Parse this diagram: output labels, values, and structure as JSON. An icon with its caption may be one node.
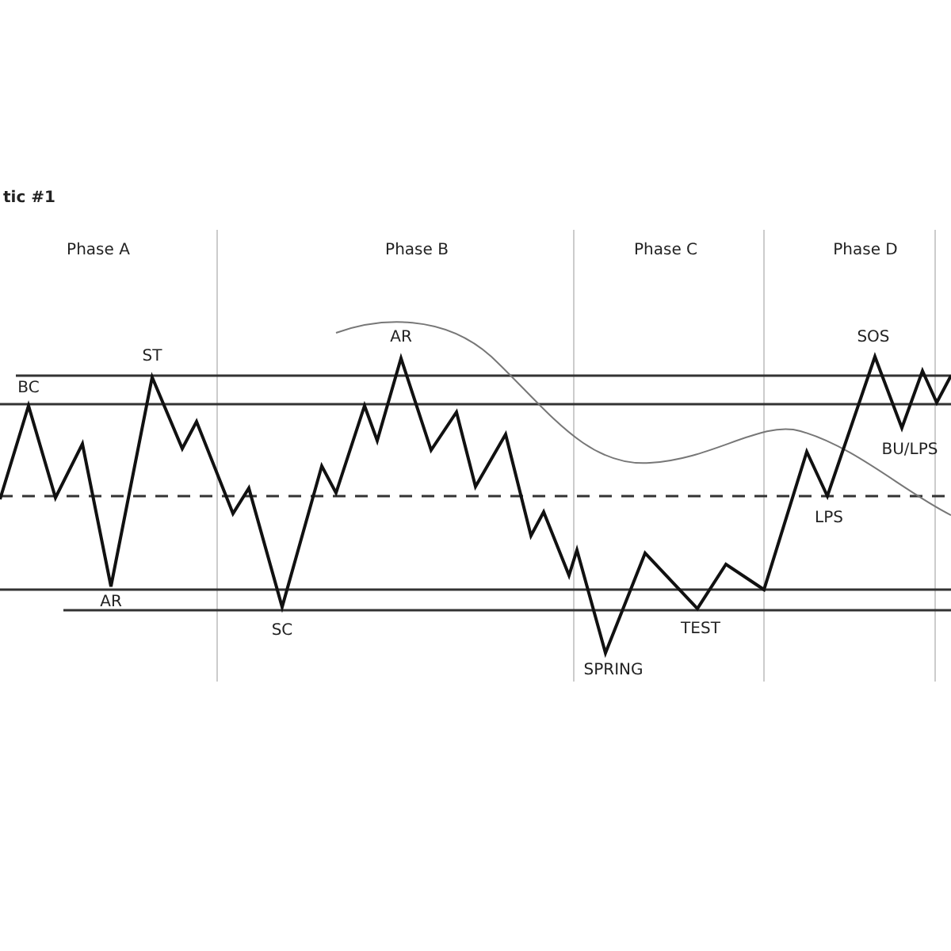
{
  "diagram": {
    "title": "tic #1",
    "labels": [
      "Phase A",
      "Phase B",
      "Phase C",
      "Phase D",
      "ST",
      "AR",
      "SOS",
      "BC",
      "BU/LPS",
      "LPS",
      "AR",
      "SC",
      "TEST",
      "SPRING"
    ]
  }
}
